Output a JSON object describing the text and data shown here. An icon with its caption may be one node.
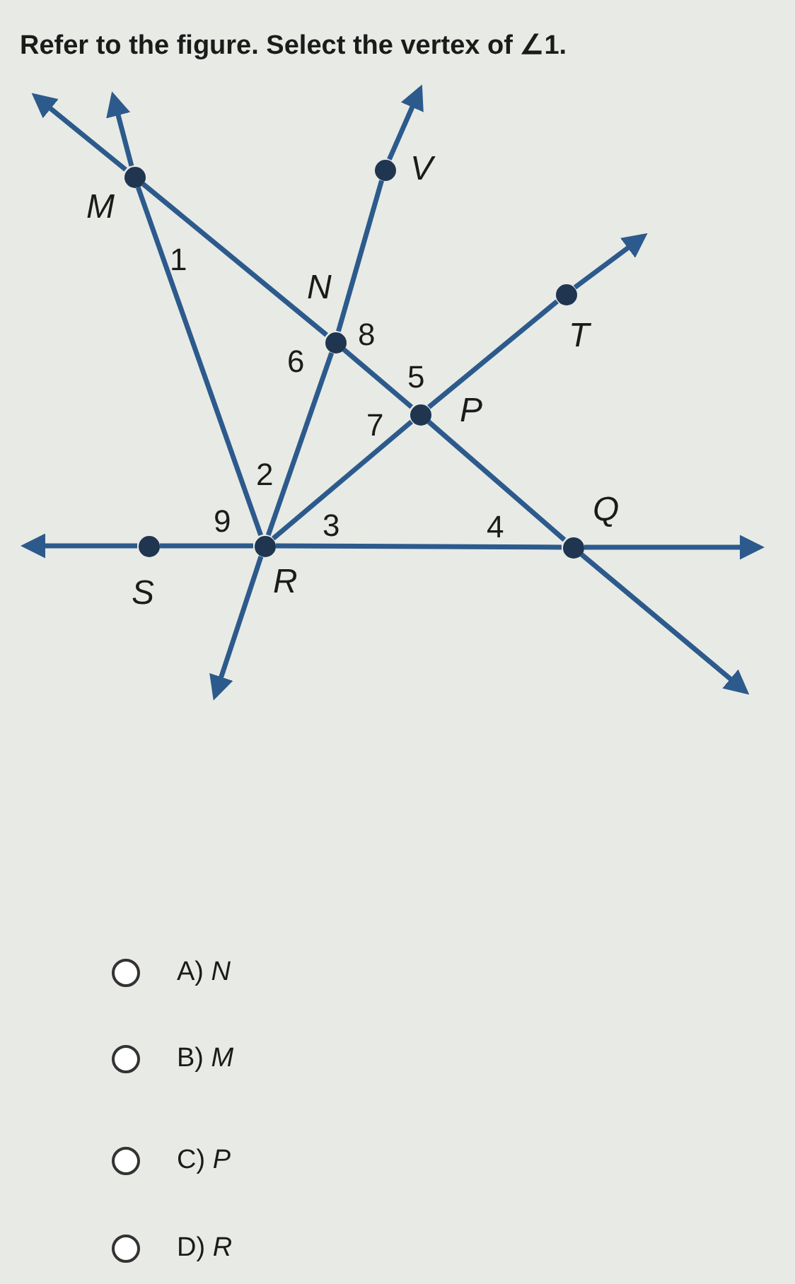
{
  "diagram": {
    "title": "Refer to the figure. Select the vertex of ∠1.",
    "nodes": [
      {
        "text": [
          "M"
        ]
      },
      {
        "text": [
          "V"
        ]
      },
      {
        "text": [
          "N"
        ]
      },
      {
        "text": [
          "T"
        ]
      },
      {
        "text": [
          "P"
        ]
      },
      {
        "text": [
          "S"
        ]
      },
      {
        "text": [
          "R"
        ]
      },
      {
        "text": [
          "Q"
        ]
      }
    ],
    "edges": [
      {
        "from": 0,
        "to": null,
        "arrow": "to"
      },
      {
        "from": 0,
        "to": 2,
        "arrow": "none"
      },
      {
        "from": 2,
        "to": 4,
        "arrow": "none"
      },
      {
        "from": 4,
        "to": 7,
        "arrow": "none"
      },
      {
        "from": 7,
        "to": null,
        "arrow": "to"
      },
      {
        "from": 0,
        "to": null,
        "arrow": "to"
      },
      {
        "from": 6,
        "to": 0,
        "arrow": "none"
      },
      {
        "from": 6,
        "to": null,
        "arrow": "to"
      },
      {
        "from": 6,
        "to": 2,
        "arrow": "none"
      },
      {
        "from": 2,
        "to": 1,
        "arrow": "none"
      },
      {
        "from": 1,
        "to": null,
        "arrow": "to"
      },
      {
        "from": 6,
        "to": 4,
        "arrow": "none"
      },
      {
        "from": 4,
        "to": 3,
        "arrow": "none"
      },
      {
        "from": 3,
        "to": null,
        "arrow": "to"
      },
      {
        "from": 5,
        "to": null,
        "arrow": "to"
      },
      {
        "from": 5,
        "to": 6,
        "arrow": "none"
      },
      {
        "from": 6,
        "to": 7,
        "arrow": "none"
      },
      {
        "from": 7,
        "to": null,
        "arrow": "to"
      }
    ],
    "labels": [
      "1",
      "6",
      "8",
      "5",
      "7",
      "2",
      "9",
      "3",
      "4",
      "A) *N*",
      "B) *M*",
      "C) *P*",
      "D) *R*"
    ]
  }
}
